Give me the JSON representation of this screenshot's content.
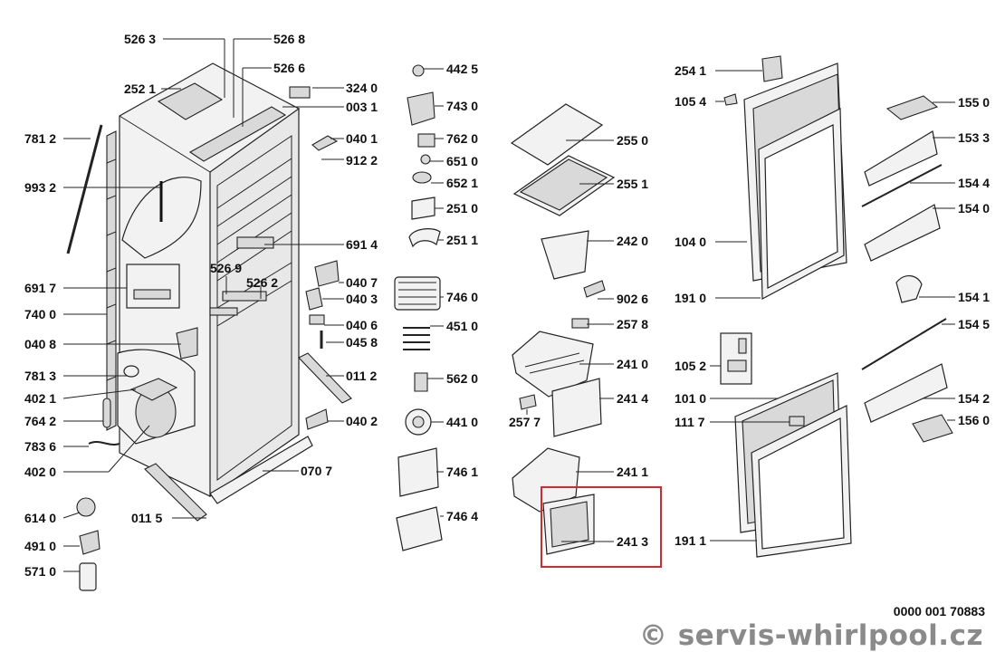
{
  "labels": [
    {
      "id": "p5263",
      "text": "526 3"
    },
    {
      "id": "p5268",
      "text": "526 8"
    },
    {
      "id": "p5266",
      "text": "526 6"
    },
    {
      "id": "p2521",
      "text": "252 1"
    },
    {
      "id": "p3240",
      "text": "324 0"
    },
    {
      "id": "p0031",
      "text": "003 1"
    },
    {
      "id": "p7812",
      "text": "781 2"
    },
    {
      "id": "p0401",
      "text": "040 1"
    },
    {
      "id": "p9122",
      "text": "912 2"
    },
    {
      "id": "p9932",
      "text": "993 2"
    },
    {
      "id": "p6914",
      "text": "691 4"
    },
    {
      "id": "p5269",
      "text": "526 9"
    },
    {
      "id": "p0407",
      "text": "040 7"
    },
    {
      "id": "p5262",
      "text": "526 2"
    },
    {
      "id": "p6917",
      "text": "691 7"
    },
    {
      "id": "p0403",
      "text": "040 3"
    },
    {
      "id": "p7400",
      "text": "740 0"
    },
    {
      "id": "p0406",
      "text": "040 6"
    },
    {
      "id": "p0408",
      "text": "040 8"
    },
    {
      "id": "p0458",
      "text": "045 8"
    },
    {
      "id": "p7813",
      "text": "781 3"
    },
    {
      "id": "p0112",
      "text": "011 2"
    },
    {
      "id": "p4021",
      "text": "402 1"
    },
    {
      "id": "p7642",
      "text": "764 2"
    },
    {
      "id": "p0402",
      "text": "040 2"
    },
    {
      "id": "p7836",
      "text": "783 6"
    },
    {
      "id": "p0707",
      "text": "070 7"
    },
    {
      "id": "p4020",
      "text": "402 0"
    },
    {
      "id": "p6140",
      "text": "614 0"
    },
    {
      "id": "p0115",
      "text": "011 5"
    },
    {
      "id": "p4910",
      "text": "491 0"
    },
    {
      "id": "p5710",
      "text": "571 0"
    },
    {
      "id": "p4425",
      "text": "442 5"
    },
    {
      "id": "p7430",
      "text": "743 0"
    },
    {
      "id": "p7620",
      "text": "762 0"
    },
    {
      "id": "p6510",
      "text": "651 0"
    },
    {
      "id": "p6521",
      "text": "652 1"
    },
    {
      "id": "p2510",
      "text": "251 0"
    },
    {
      "id": "p2511",
      "text": "251 1"
    },
    {
      "id": "p7460",
      "text": "746 0"
    },
    {
      "id": "p4510",
      "text": "451 0"
    },
    {
      "id": "p5620",
      "text": "562 0"
    },
    {
      "id": "p4410",
      "text": "441 0"
    },
    {
      "id": "p7461",
      "text": "746 1"
    },
    {
      "id": "p7464",
      "text": "746 4"
    },
    {
      "id": "p2550",
      "text": "255 0"
    },
    {
      "id": "p2551",
      "text": "255 1"
    },
    {
      "id": "p2420",
      "text": "242 0"
    },
    {
      "id": "p9026",
      "text": "902 6"
    },
    {
      "id": "p2578",
      "text": "257 8"
    },
    {
      "id": "p2410",
      "text": "241 0"
    },
    {
      "id": "p2414",
      "text": "241 4"
    },
    {
      "id": "p2577",
      "text": "257 7"
    },
    {
      "id": "p2411",
      "text": "241 1"
    },
    {
      "id": "p2413",
      "text": "241 3"
    },
    {
      "id": "p2541",
      "text": "254 1"
    },
    {
      "id": "p1054",
      "text": "105 4"
    },
    {
      "id": "p1040",
      "text": "104 0"
    },
    {
      "id": "p1910",
      "text": "191 0"
    },
    {
      "id": "p1052",
      "text": "105 2"
    },
    {
      "id": "p1010",
      "text": "101 0"
    },
    {
      "id": "p1117",
      "text": "111 7"
    },
    {
      "id": "p1911",
      "text": "191 1"
    },
    {
      "id": "p1550",
      "text": "155 0"
    },
    {
      "id": "p1533",
      "text": "153 3"
    },
    {
      "id": "p1544",
      "text": "154 4"
    },
    {
      "id": "p1540",
      "text": "154 0"
    },
    {
      "id": "p1541",
      "text": "154 1"
    },
    {
      "id": "p1545",
      "text": "154 5"
    },
    {
      "id": "p1542",
      "text": "154 2"
    },
    {
      "id": "p1560",
      "text": "156 0"
    }
  ],
  "document_number": "0000 001 70883",
  "watermark": "© servis-whirlpool.cz",
  "highlighted_part": "241 3",
  "colors": {
    "highlight": "#d8282e",
    "line": "#222222",
    "watermark": "#8a8a8a"
  }
}
